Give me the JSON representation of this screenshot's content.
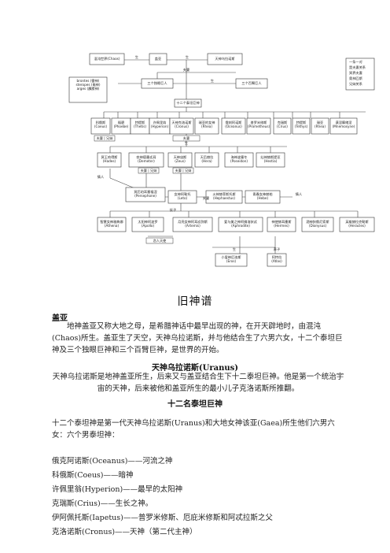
{
  "tree": {
    "nodes": [
      {
        "id": "chaos",
        "label": "混沌世界(Chaos)"
      },
      {
        "id": "gaea",
        "label": "盖亚"
      },
      {
        "id": "uranus",
        "label": "天神乌拉诺斯"
      },
      {
        "id": "cyclopes",
        "label": "brontes (雷神)\nsteropes (电神)\narges (霹雳神)"
      },
      {
        "id": "cyclops3",
        "label": "三个独眼巨人"
      },
      {
        "id": "hundred",
        "label": "三个百臂巨人"
      },
      {
        "id": "titans12",
        "label": "十二个泰坦巨神"
      },
      {
        "id": "t_coeus",
        "label": "科俄斯\n(Coeus)"
      },
      {
        "id": "t_phoebe",
        "label": "福碧\n(Phoebe)"
      },
      {
        "id": "t_theia",
        "label": "特提斯\n(Thetis)"
      },
      {
        "id": "t_hyperion",
        "label": "许佩里翁\n(Hyperion)"
      },
      {
        "id": "t_cronus",
        "label": "天神克洛诺斯\n(Cronus)"
      },
      {
        "id": "t_rhea",
        "label": "瑞亚的女神\n(Rhea)"
      },
      {
        "id": "t_oceanus",
        "label": "俄刻阿诺斯\n(Oceanus)"
      },
      {
        "id": "t_prometheus",
        "label": "普罗米修斯\n(Prometheus)"
      },
      {
        "id": "t_crius",
        "label": "克瑞斯\n(Crius)"
      },
      {
        "id": "t_tethys",
        "label": "特提斯\n(Tethys)"
      },
      {
        "id": "t_iapetus",
        "label": "瑞亚\n(Rhea)"
      },
      {
        "id": "t_mnemosyne",
        "label": "谟涅摩绪涅\n(Mnemosyne)"
      },
      {
        "id": "hades",
        "label": "冥王哈得斯\n(Hades)"
      },
      {
        "id": "demeter",
        "label": "农神德墨忒耳\n(Demeter)"
      },
      {
        "id": "zeus",
        "label": "天神宙斯\n(Zeus)"
      },
      {
        "id": "hera",
        "label": "天后赫拉\n(Hera)"
      },
      {
        "id": "poseidon",
        "label": "海神波塞冬\n(Poseidon)"
      },
      {
        "id": "hestia",
        "label": "灶神赫斯提亚\n(Hestia)"
      },
      {
        "id": "persephone",
        "label": "冥后珀耳塞福涅\n(Persephone)"
      },
      {
        "id": "leto",
        "label": "女神阿勒托\n(Leto)"
      },
      {
        "id": "hephaestus",
        "label": "火神赫菲斯托斯\n(Hephaestus)"
      },
      {
        "id": "hebe",
        "label": "青春女神赫柏\n(Hebe)"
      },
      {
        "id": "athena",
        "label": "智慧女神雅典娜\n(Athena)"
      },
      {
        "id": "apollo",
        "label": "太阳神阿波罗\n(Apollo)"
      },
      {
        "id": "artemis",
        "label": "月亮女神阿耳忒弥斯\n(Artemis)"
      },
      {
        "id": "aphrodite",
        "label": "爱与美之神阿佛洛狄忒\n(Aphrodite)"
      },
      {
        "id": "hermes",
        "label": "神使赫耳墨斯\n(Hermes)"
      },
      {
        "id": "dionysus",
        "label": "酒神狄俄尼索斯\n(Dionysus)"
      },
      {
        "id": "heracles",
        "label": "英雄赫拉克勒斯\n(Heracles)"
      },
      {
        "id": "eros",
        "label": "小爱神厄洛斯\n(Eros)"
      },
      {
        "id": "atlas",
        "label": "阿特拉\n(Atlas)"
      }
    ],
    "legend_label": "一条一对\n是夫妻关系",
    "legend_items": [
      "冥界夫妻",
      "奥林匹斯",
      "兄妹关系"
    ],
    "labels": {
      "sheng": "生",
      "fuqi": "夫妻",
      "fuqi_xiongmei": "夫妻 | 兄妹",
      "qingren": "情人",
      "fuqi2": "夫妻",
      "luoqi": "抚子",
      "zhanzi": "恋人天使",
      "cansheng": "养子"
    }
  },
  "doc": {
    "main_title": "旧神谱",
    "s1_title": "盖亚",
    "s1_text": "地神盖亚又称大地之母，是希腊神话中最早出现的神，在开天辟地时，由混沌(Chaos)所生。盖亚生了天空，天神乌拉诺斯，并与他结合生了六男六女，十二个泰坦巨神及三个独眼巨神和三个百臂巨神，是世界的开始。",
    "s2_title": "天神乌拉诺斯(Uranus)",
    "s2_text": "天神乌拉诺斯是地神盖亚所生，后来又与盖亚结合生下十二泰坦巨神。他是第一个统治宇宙的天神，后来被他和盖亚所生的最小儿子克洛诺斯所推翻。",
    "s3_title": "十二名泰坦巨神",
    "s3_text": "十二个泰坦神是第一代天神乌拉诺斯(Uranus)和大地女神该亚(Gaea)所生他们六男六女：六个男泰坦神：",
    "list": [
      "俄克阿诺斯(Oceanus)——河流之神",
      "科俄斯(Coeus)——暗神",
      "许佩里翁(Hyperion)——最早的太阳神",
      "克瑞斯(Crius)——生长之神。",
      "伊阿佩托斯(Iapetus)——普罗米修斯、厄庇米修斯和阿忒拉斯之父",
      "克洛诺斯(Cronus)——天神（第二代主神）"
    ]
  }
}
